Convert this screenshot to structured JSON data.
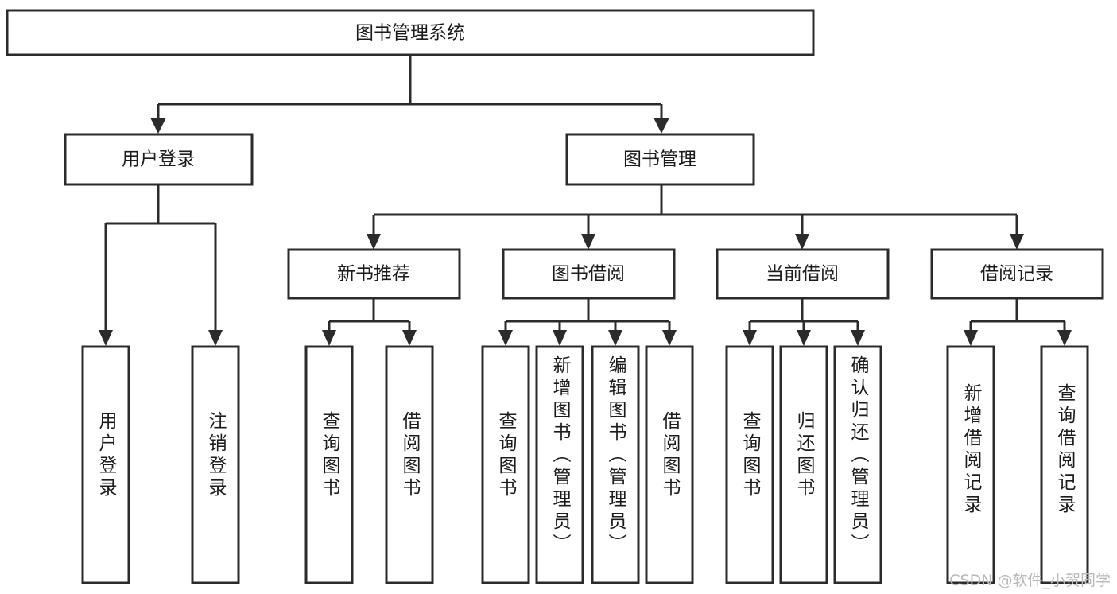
{
  "diagram": {
    "title": "图书管理系统",
    "type": "hierarchy-tree",
    "watermark": "CSDN @软件_小贺同学",
    "colors": {
      "stroke": "#2b2b2b",
      "fill": "#ffffff",
      "text": "#1c1c1c",
      "watermark": "#b9b9b9"
    },
    "levels": {
      "root": {
        "label": "图书管理系统"
      },
      "level2": [
        {
          "label": "用户登录"
        },
        {
          "label": "图书管理"
        }
      ],
      "level3": [
        {
          "label": "新书推荐"
        },
        {
          "label": "图书借阅"
        },
        {
          "label": "当前借阅"
        },
        {
          "label": "借阅记录"
        }
      ],
      "leaves": {
        "user_login": [
          {
            "label": "用户登录"
          },
          {
            "label": "注销登录"
          }
        ],
        "new_book_recommend": [
          {
            "label": "查询图书"
          },
          {
            "label": "借阅图书"
          }
        ],
        "book_borrow": [
          {
            "label": "查询图书"
          },
          {
            "label": "新增图书（管理员）"
          },
          {
            "label": "编辑图书（管理员）"
          },
          {
            "label": "借阅图书"
          }
        ],
        "current_borrow": [
          {
            "label": "查询图书"
          },
          {
            "label": "归还图书"
          },
          {
            "label": "确认归还（管理员）"
          }
        ],
        "borrow_record": [
          {
            "label": "新增借阅记录"
          },
          {
            "label": "查询借阅记录"
          }
        ]
      }
    }
  }
}
